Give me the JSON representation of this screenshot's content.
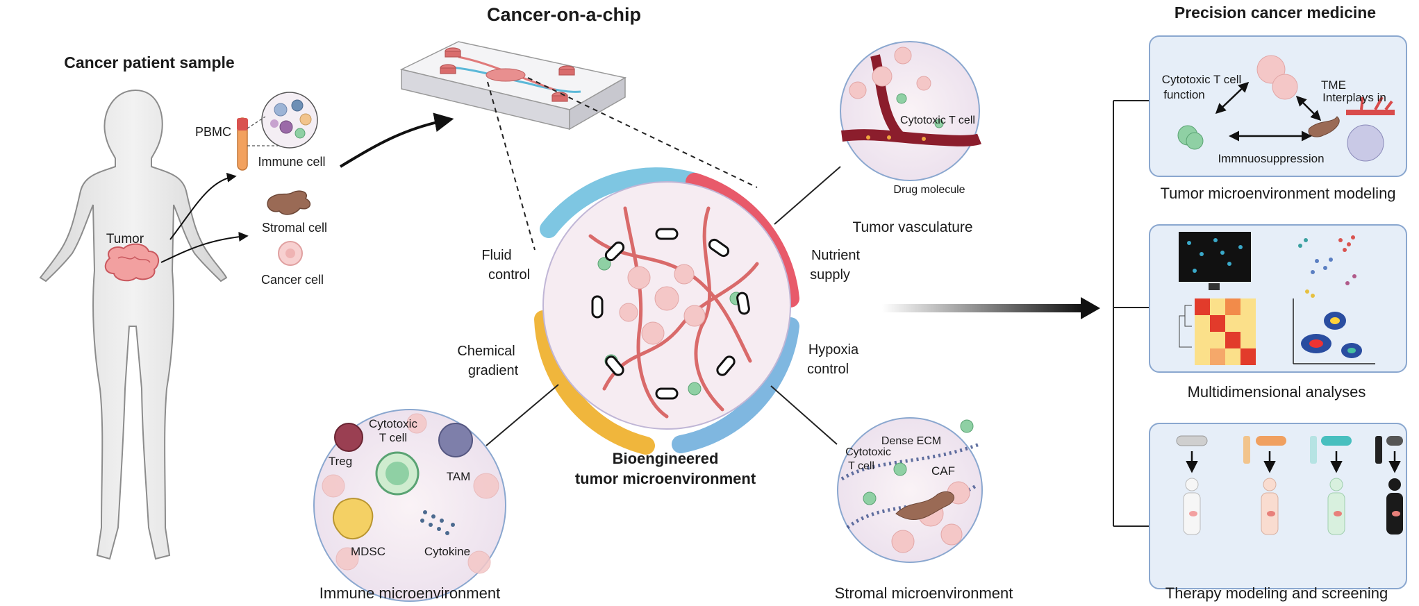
{
  "sections": {
    "patient": {
      "title": "Cancer patient sample",
      "labels": {
        "pbmc": "PBMC",
        "immune_cell": "Immune cell",
        "tumor": "Tumor",
        "stromal_cell": "Stromal cell",
        "cancer_cell": "Cancer cell"
      }
    },
    "chip": {
      "title": "Cancer-on-a-chip",
      "center_title_line1": "Bioengineered",
      "center_title_line2": "tumor microenvironment",
      "controls": {
        "fluid_1": "Fluid",
        "fluid_2": "control",
        "chemical_1": "Chemical",
        "chemical_2": "gradient",
        "nutrient_1": "Nutrient",
        "nutrient_2": "supply",
        "hypoxia_1": "Hypoxia",
        "hypoxia_2": "control"
      }
    },
    "vasculature": {
      "caption": "Tumor vasculature",
      "labels": {
        "tcell": "Cytotoxic T cell",
        "drug": "Drug molecule"
      }
    },
    "immune": {
      "caption": "Immune microenvironment",
      "labels": {
        "tcell_1": "Cytotoxic",
        "tcell_2": "T cell",
        "treg": "Treg",
        "tam": "TAM",
        "mdsc": "MDSC",
        "cytokine": "Cytokine"
      }
    },
    "stromal": {
      "caption": "Stromal microenvironment",
      "labels": {
        "ecm": "Dense ECM",
        "tcell_1": "Cytotoxic",
        "tcell_2": "T cell",
        "caf": "CAF"
      }
    },
    "precision": {
      "title": "Precision cancer medicine",
      "panels": {
        "tme": {
          "caption": "Tumor microenvironment modeling",
          "labels": {
            "tfunc_1": "Cytotoxic T cell",
            "tfunc_2": "function",
            "interplay_1": "Interplays in",
            "interplay_2": "TME",
            "immuno": "Immnuosuppression"
          }
        },
        "multi": {
          "caption": "Multidimensional analyses"
        },
        "therapy": {
          "caption": "Therapy modeling and screening"
        }
      }
    }
  },
  "colors": {
    "panel_fill": "#e6eef8",
    "panel_stroke": "#8aa7cf",
    "vessel": "#8b1d2c",
    "cancer_cell": "#f4c7c7",
    "tcell": "#8fd0a4",
    "stroma": "#9a6a55",
    "ecm": "#3b4f8a"
  }
}
